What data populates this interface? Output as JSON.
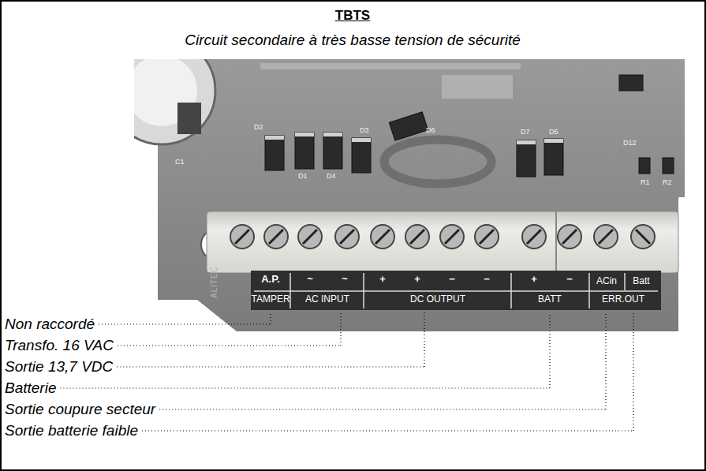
{
  "diagram": {
    "title": "TBTS",
    "labels": [
      "Circuit secondaire à très basse tension de sécurité",
      "C1",
      "D2",
      "D1",
      "D4",
      "D3",
      "D6",
      "D7",
      "D5",
      "D12",
      "R1",
      "R2",
      "ALITEC",
      "A.P.",
      "~",
      "~",
      "+",
      "+",
      "−",
      "−",
      "+",
      "−",
      "ACin",
      "Batt",
      "TAMPER",
      "AC INPUT",
      "DC OUTPUT",
      "BATT",
      "ERR.OUT",
      "Non raccordé",
      "Transfo. 16 VAC",
      "Sortie 13,7 VDC",
      "Batterie",
      "Sortie coupure secteur",
      "Sortie batterie faible"
    ]
  }
}
